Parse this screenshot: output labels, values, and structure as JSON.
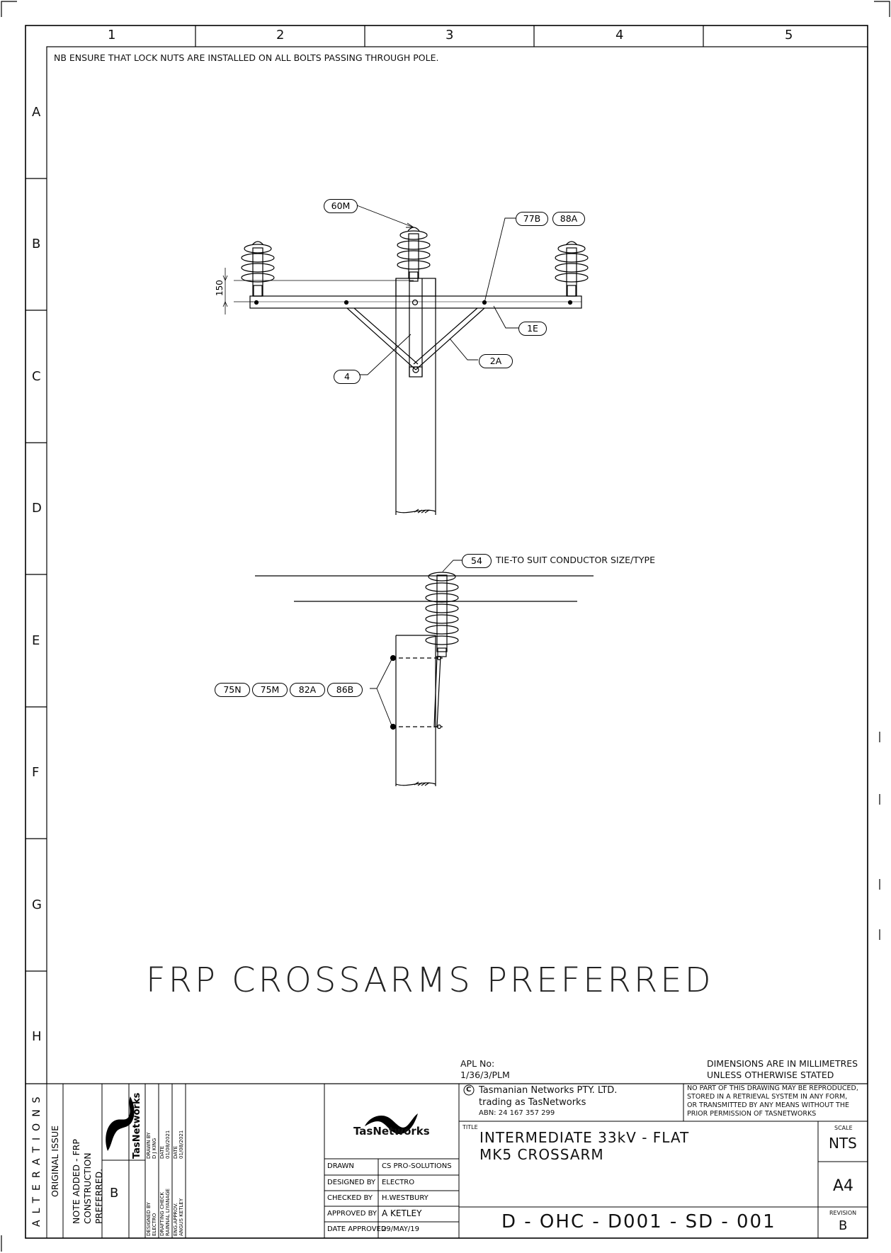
{
  "grid": {
    "columns": [
      "1",
      "2",
      "3",
      "4",
      "5"
    ],
    "rows": [
      "A",
      "B",
      "C",
      "D",
      "E",
      "F",
      "G",
      "H"
    ]
  },
  "notes": {
    "top_note": "NB ENSURE THAT LOCK NUTS ARE INSTALLED ON ALL BOLTS PASSING THROUGH POLE.",
    "big_note": "FRP CROSSARMS PREFERRED",
    "dim_150": "150",
    "tie_note": "TIE-TO SUIT CONDUCTOR SIZE/TYPE"
  },
  "callouts": {
    "c60M": "60M",
    "c77B": "77B",
    "c88A": "88A",
    "c1E": "1E",
    "c2A": "2A",
    "c4": "4",
    "c54": "54",
    "c75N": "75N",
    "c75M": "75M",
    "c82A": "82A",
    "c86B": "86B"
  },
  "alterations": {
    "heading": "ALTERATIONS",
    "issue": "ORIGINAL ISSUE",
    "note": "NOTE ADDED - FRP CONSTRUCTION PREFERRED.",
    "rev": "B",
    "logo_text": "TasNetworks",
    "designed_by_label": "DESIGNED BY",
    "designed_by": "ELECTRO",
    "drafting_check_label": "DRAFTING CHECK",
    "drafting_check": "RAINNAL LIYANAGE",
    "eng_approv_label": "ENG.APPROV.",
    "eng_approv": "ANGUS KETLEY",
    "drawn_by_label": "DRAWN BY",
    "drawn_by": "D J KING",
    "date_label": "DATE",
    "date1": "01/08/2021",
    "date2": "01/08/2021"
  },
  "title_block": {
    "logo_text": "TasNetworks",
    "rows": [
      {
        "label": "DRAWN",
        "value": "CS PRO-SOLUTIONS"
      },
      {
        "label": "DESIGNED BY",
        "value": "ELECTRO"
      },
      {
        "label": "CHECKED BY",
        "value": "H.WESTBURY"
      },
      {
        "label": "APPROVED BY",
        "value": "A KETLEY"
      },
      {
        "label": "DATE APPROVED",
        "value": "29/MAY/19"
      }
    ],
    "apl_label": "APL No:",
    "apl_value": "1/36/3/PLM",
    "dimensions": "DIMENSIONS ARE IN MILLIMETRES",
    "dimensions2": "UNLESS OTHERWISE STATED",
    "copyright_symbol": "C",
    "company_line1": "Tasmanian Networks PTY. LTD.",
    "company_line2": "trading as TasNetworks",
    "abn": "ABN: 24 167 357 299",
    "rights1": "NO PART OF THIS DRAWING MAY BE REPRODUCED,",
    "rights2": "STORED IN A RETRIEVAL SYSTEM IN ANY FORM,",
    "rights3": "OR TRANSMITTED BY ANY MEANS WITHOUT THE",
    "rights4": "PRIOR PERMISSION OF TASNETWORKS",
    "title_label": "TITLE",
    "title_line1": "INTERMEDIATE 33kV - FLAT",
    "title_line2": "MK5 CROSSARM",
    "scale_label": "SCALE",
    "scale_value": "NTS",
    "size_value": "A4",
    "revision_label": "REVISION",
    "revision_value": "B",
    "drawing_no": "D - OHC -  D001  -  SD  -  001"
  }
}
